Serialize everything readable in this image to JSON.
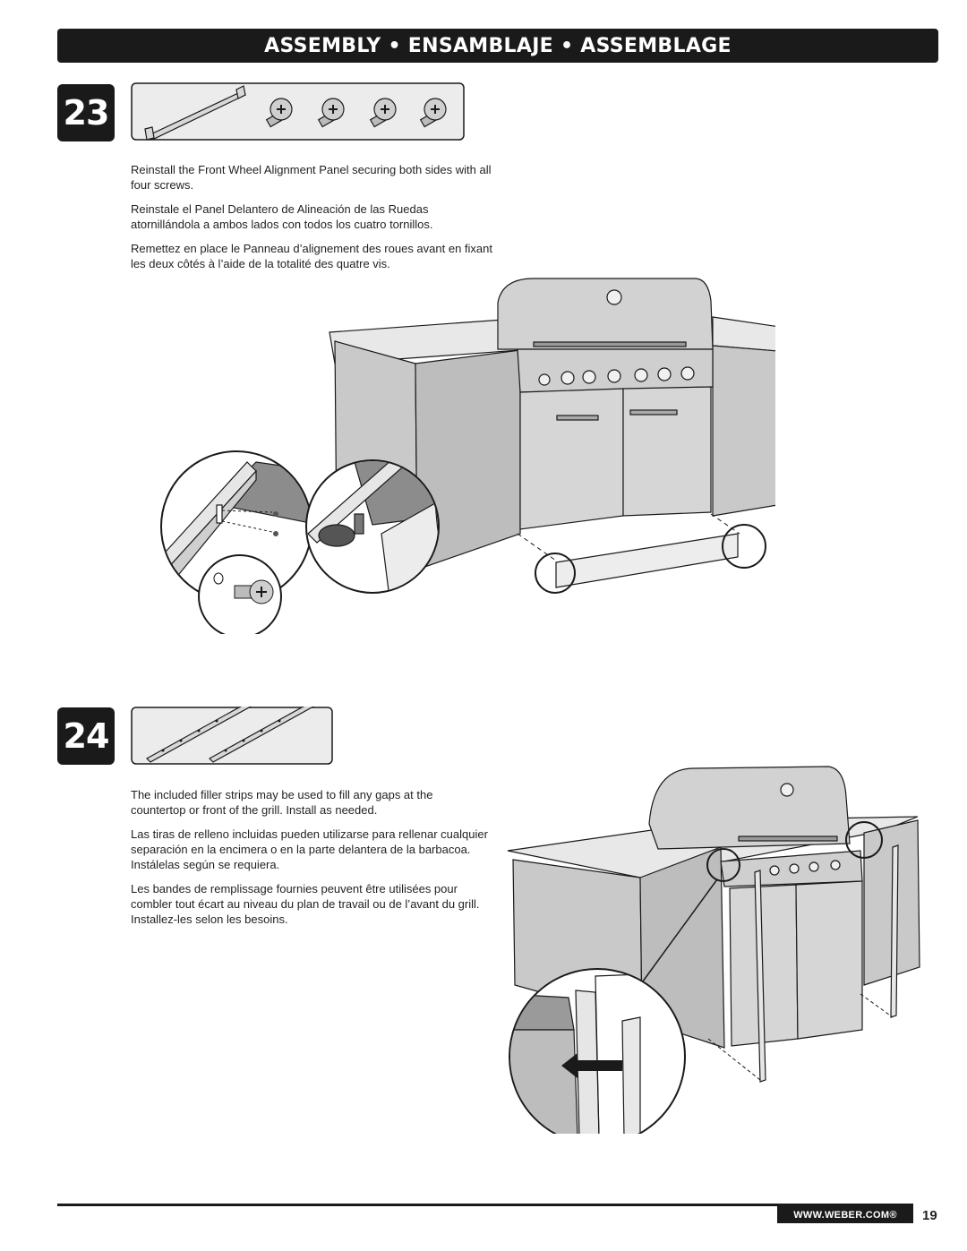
{
  "header": {
    "title": "ASSEMBLY • ENSAMBLAJE • ASSEMBLAGE"
  },
  "steps": [
    {
      "number": "23",
      "text": {
        "en": "Reinstall the Front Wheel Alignment Panel securing both sides with all four screws.",
        "es": "Reinstale el Panel Delantero de Alineación de las Ruedas atornillándola a ambos lados con todos los cuatro tornillos.",
        "fr": "Remettez en place le Panneau d’alignement des roues avant en fixant les deux côtés à l’aide de la totalité des quatre vis."
      }
    },
    {
      "number": "24",
      "text": {
        "en": "The included filler strips may be used to fill any gaps at the countertop or front of the grill. Install as needed.",
        "es": "Las tiras de relleno incluidas pueden utilizarse para rellenar cualquier separación en la encimera o en la parte delantera de la barbacoa. Instálelas según se requiera.",
        "fr": "Les bandes de remplissage fournies peuvent être utilisées pour combler tout écart au niveau du plan de travail ou de l’avant du grill. Installez-les selon les besoins."
      }
    }
  ],
  "footer": {
    "website": "WWW.WEBER.COM®",
    "page_number": "19"
  },
  "colors": {
    "header_bg": "#1a1a1a",
    "panel_gray": "#c9c9c9",
    "dark_gray": "#8c8c8c"
  }
}
